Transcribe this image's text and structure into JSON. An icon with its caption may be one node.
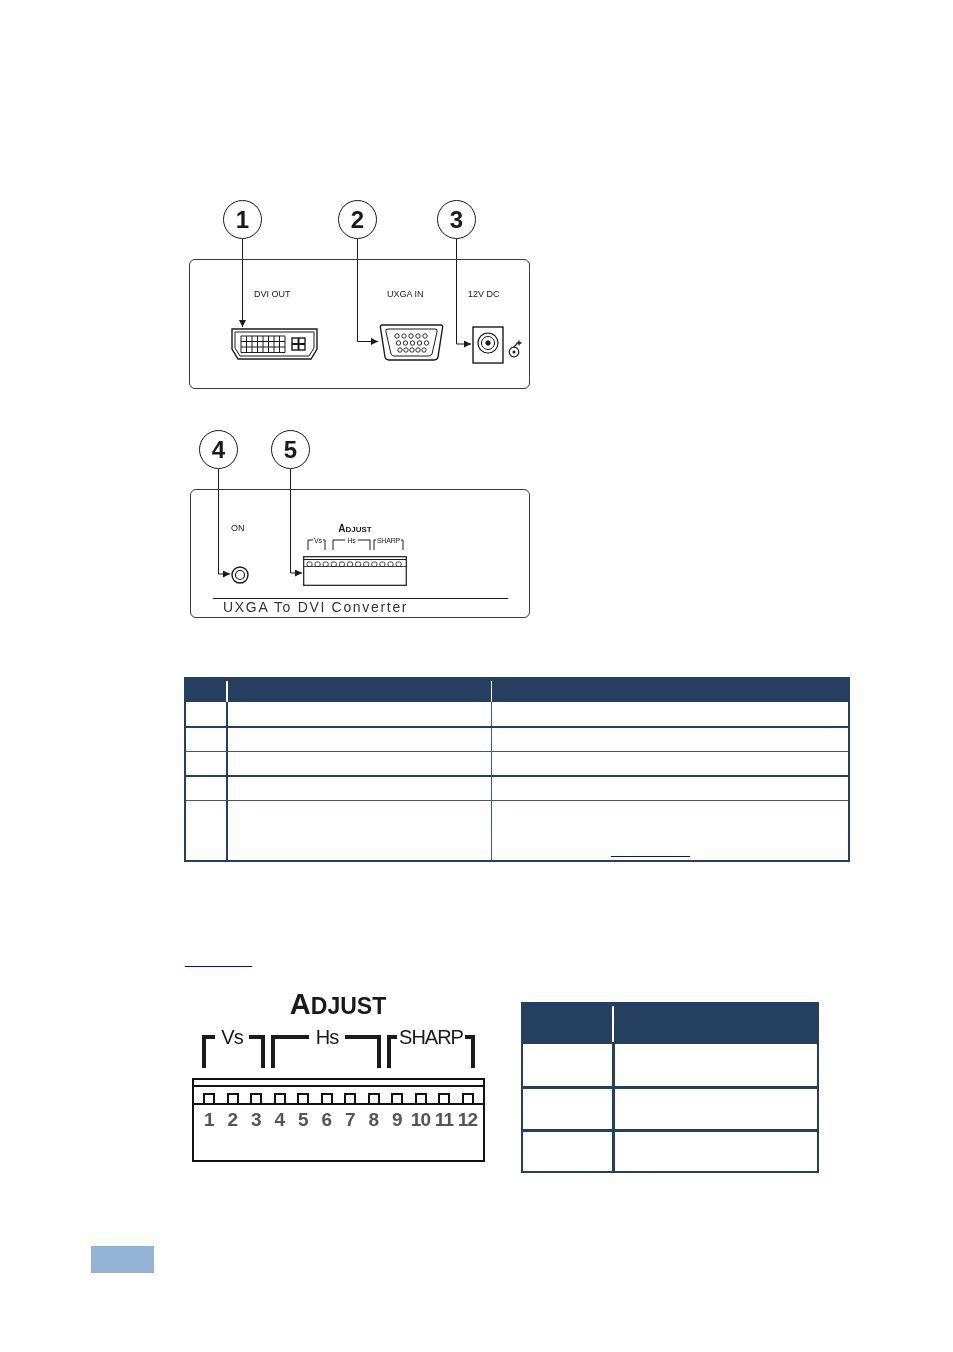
{
  "diagram": {
    "nodes": [
      {
        "text": [
          "1"
        ]
      },
      {
        "text": [
          "2"
        ]
      },
      {
        "text": [
          "3"
        ]
      },
      {
        "text": [],
        "shape": "box"
      },
      {
        "text": [],
        "shape": "picture",
        "in": 3,
        "beside": [
          "DVI OUT"
        ]
      },
      {
        "text": [],
        "shape": "picture",
        "in": 3,
        "beside": [
          "UXGA IN"
        ]
      },
      {
        "text": [],
        "shape": "picture",
        "in": 3,
        "beside": [
          "12V DC"
        ]
      },
      {
        "text": [
          "4"
        ]
      },
      {
        "text": [
          "5"
        ]
      },
      {
        "text": [
          "UXGA To DVI Converter"
        ]
      },
      {
        "text": [],
        "shape": "picture",
        "in": 9,
        "beside": [
          "ON"
        ]
      },
      {
        "text": [],
        "shape": "picture",
        "in": 9,
        "beside": [
          "ADJUST",
          "Vs",
          "Hs",
          "SHARP"
        ]
      },
      {
        "text": [
          "1",
          "2",
          "3",
          "4",
          "5",
          "6",
          "7",
          "8",
          "9",
          "10",
          "11",
          "12"
        ],
        "beside": [
          "ADJUST",
          "Vs",
          "Hs",
          "SHARP"
        ]
      }
    ],
    "edges": [
      {
        "from": 0,
        "to": 4,
        "arrow": "to"
      },
      {
        "from": 1,
        "to": 5,
        "arrow": "to"
      },
      {
        "from": 2,
        "to": 6,
        "arrow": "to"
      },
      {
        "from": 7,
        "to": 10,
        "arrow": "to"
      },
      {
        "from": 8,
        "to": 11,
        "arrow": "to"
      }
    ]
  }
}
